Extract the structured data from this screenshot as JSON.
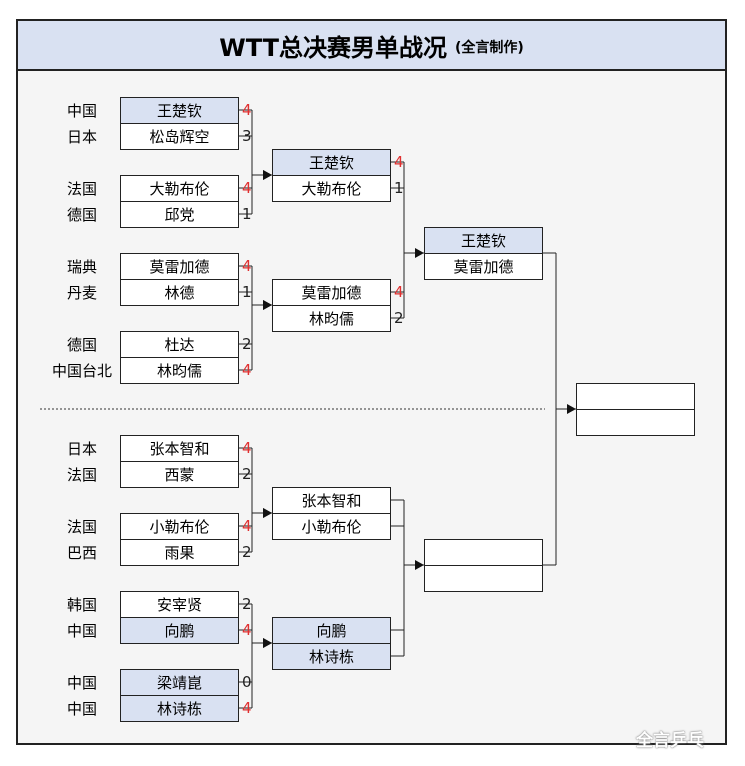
{
  "title": "WTT总决赛男单战况",
  "subtitle": "(全言制作)",
  "watermark": "全言乒乓",
  "colors": {
    "highlight": "#d9e1f2",
    "win_score": "#e03030",
    "frame": "#f5f5f5"
  },
  "round1": [
    {
      "country": "中国",
      "name": "王楚钦",
      "score": "4",
      "win": true,
      "highlight": true
    },
    {
      "country": "日本",
      "name": "松岛辉空",
      "score": "3",
      "win": false,
      "highlight": false
    },
    {
      "country": "法国",
      "name": "大勒布伦",
      "score": "4",
      "win": true,
      "highlight": false
    },
    {
      "country": "德国",
      "name": "邱党",
      "score": "1",
      "win": false,
      "highlight": false
    },
    {
      "country": "瑞典",
      "name": "莫雷加德",
      "score": "4",
      "win": true,
      "highlight": false
    },
    {
      "country": "丹麦",
      "name": "林德",
      "score": "1",
      "win": false,
      "highlight": false
    },
    {
      "country": "德国",
      "name": "杜达",
      "score": "2",
      "win": false,
      "highlight": false
    },
    {
      "country": "中国台北",
      "name": "林昀儒",
      "score": "4",
      "win": true,
      "highlight": false
    },
    {
      "country": "日本",
      "name": "张本智和",
      "score": "4",
      "win": true,
      "highlight": false
    },
    {
      "country": "法国",
      "name": "西蒙",
      "score": "2",
      "win": false,
      "highlight": false
    },
    {
      "country": "法国",
      "name": "小勒布伦",
      "score": "4",
      "win": true,
      "highlight": false
    },
    {
      "country": "巴西",
      "name": "雨果",
      "score": "2",
      "win": false,
      "highlight": false
    },
    {
      "country": "韩国",
      "name": "安宰贤",
      "score": "2",
      "win": false,
      "highlight": false
    },
    {
      "country": "中国",
      "name": "向鹏",
      "score": "4",
      "win": true,
      "highlight": true
    },
    {
      "country": "中国",
      "name": "梁靖崑",
      "score": "0",
      "win": false,
      "highlight": true
    },
    {
      "country": "中国",
      "name": "林诗栋",
      "score": "4",
      "win": true,
      "highlight": true
    }
  ],
  "quarterfinals": [
    {
      "name": "王楚钦",
      "score": "4",
      "win": true,
      "highlight": true
    },
    {
      "name": "大勒布伦",
      "score": "1",
      "win": false,
      "highlight": false
    },
    {
      "name": "莫雷加德",
      "score": "4",
      "win": true,
      "highlight": false
    },
    {
      "name": "林昀儒",
      "score": "2",
      "win": false,
      "highlight": false
    },
    {
      "name": "张本智和",
      "score": "",
      "win": false,
      "highlight": false
    },
    {
      "name": "小勒布伦",
      "score": "",
      "win": false,
      "highlight": false
    },
    {
      "name": "向鹏",
      "score": "",
      "win": false,
      "highlight": true
    },
    {
      "name": "林诗栋",
      "score": "",
      "win": false,
      "highlight": true
    }
  ],
  "semifinals": [
    {
      "name": "王楚钦",
      "highlight": true
    },
    {
      "name": "莫雷加德",
      "highlight": false
    },
    {
      "name": "",
      "highlight": false
    },
    {
      "name": "",
      "highlight": false
    }
  ],
  "final": [
    {
      "name": ""
    },
    {
      "name": ""
    }
  ]
}
